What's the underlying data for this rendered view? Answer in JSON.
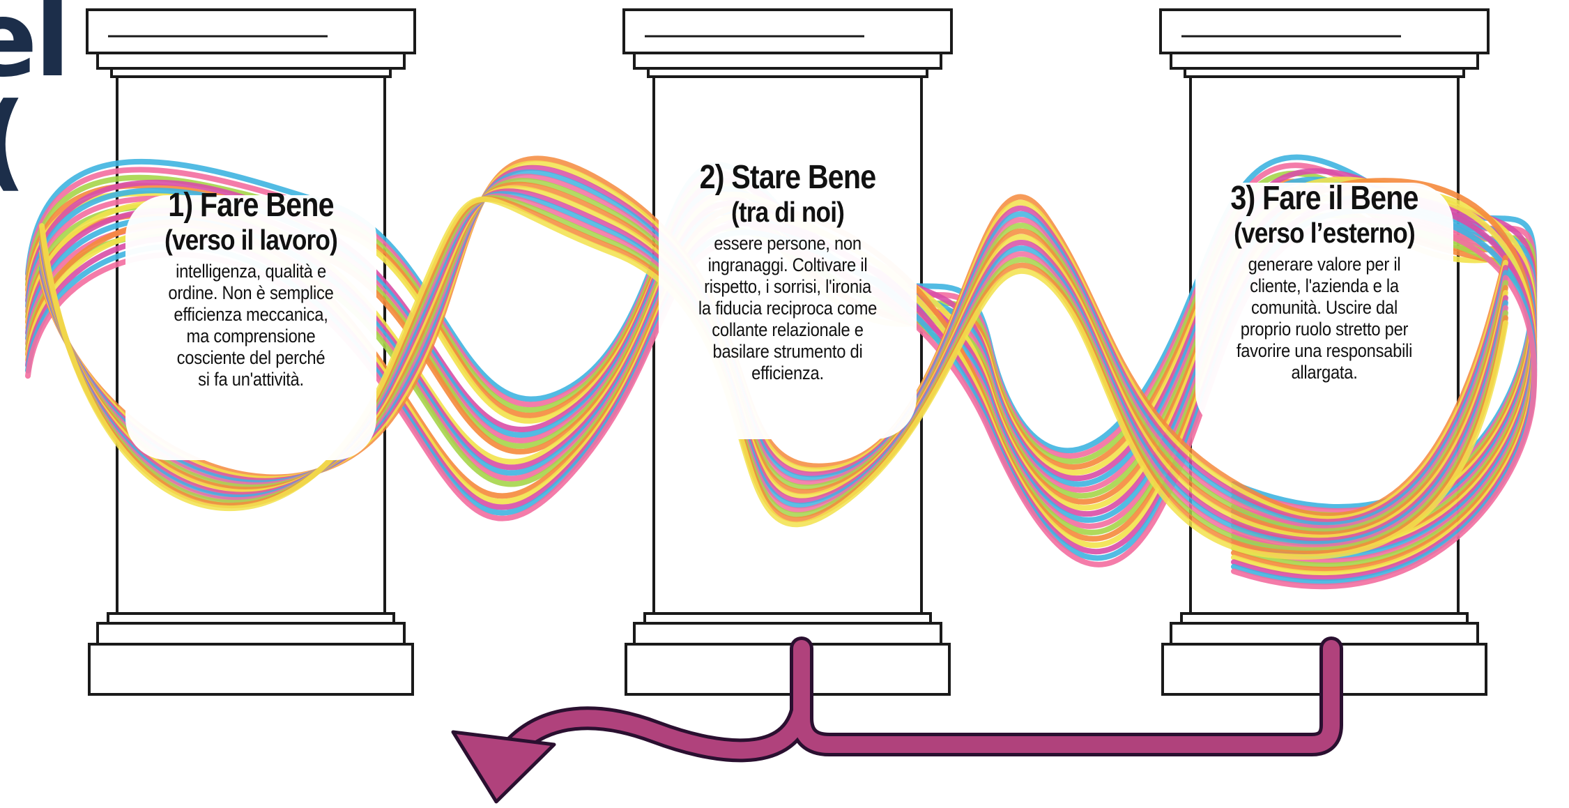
{
  "cut_title": {
    "line1": "el",
    "line2": "("
  },
  "pillars": [
    {
      "title": "1) Fare Bene",
      "subtitle": "(verso il lavoro)",
      "body": "intelligenza, qualità e\nordine. Non è semplice\nefficienza meccanica,\nma comprensione\ncosciente del perché\nsi fa un'attività."
    },
    {
      "title": "2) Stare Bene",
      "subtitle": "(tra di noi)",
      "body": "essere persone, non\ningranaggi. Coltivare il\nrispetto, i sorrisi, l'ironia\nla fiducia reciproca come\ncollante relazionale e\nbasilare strumento di\nefficienza."
    },
    {
      "title": "3) Fare il Bene",
      "subtitle": "(verso l’esterno)",
      "body": "generare valore per il\ncliente, l'azienda e la\ncomunità. Uscire dal\nproprio ruolo stretto per\nfavorire una responsabili\nallargata."
    }
  ],
  "colors": {
    "ribbons": [
      "#3fb4e0",
      "#f36ea0",
      "#a6d54a",
      "#f58a3c",
      "#f2e24c",
      "#d84ea6"
    ],
    "arrow": "#b0427c",
    "arrow_outline": "#2a1030",
    "pillar_stroke": "#1a1a1a",
    "title_color": "#1c2e4a"
  },
  "icons": {
    "arrow": "curved-down-left-arrow-icon"
  }
}
